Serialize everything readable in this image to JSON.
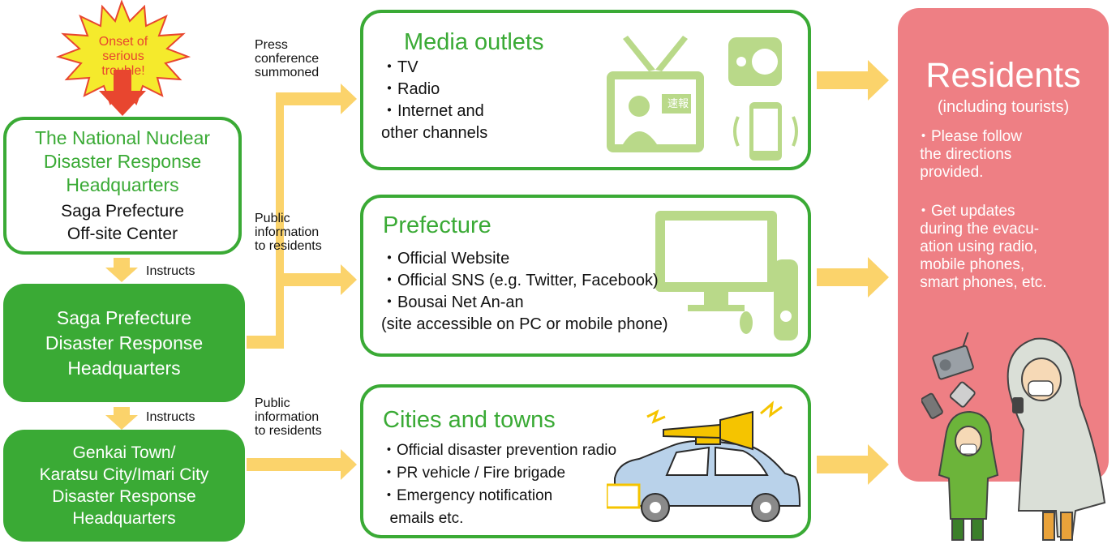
{
  "onset": {
    "lines": [
      "Onset of",
      "serious",
      "trouble!"
    ]
  },
  "hq_national": {
    "title_lines": [
      "The National Nuclear",
      "Disaster Response",
      "Headquarters"
    ],
    "sub_lines": [
      "Saga Prefecture",
      "Off-site Center"
    ]
  },
  "instructs_1": "Instructs",
  "saga_hq": {
    "lines": [
      "Saga Prefecture",
      "Disaster Response",
      "Headquarters"
    ]
  },
  "instructs_2": "Instructs",
  "town_hq": {
    "lines": [
      "Genkai Town/",
      "Karatsu City/Imari City",
      "Disaster Response",
      "Headquarters"
    ]
  },
  "labels": {
    "press": [
      "Press",
      "conference",
      "summoned"
    ],
    "public1": [
      "Public",
      "information",
      "to residents"
    ],
    "public2": [
      "Public",
      "information",
      "to residents"
    ]
  },
  "media": {
    "title": "Media outlets",
    "items": [
      "・TV",
      "・Radio",
      "・Internet and",
      "other channels"
    ],
    "badge": "速報"
  },
  "prefecture": {
    "title": "Prefecture",
    "items": [
      "・Official Website",
      "・Official SNS (e.g. Twitter, Facebook)",
      "・Bousai Net An-an",
      "(site accessible on PC or mobile phone)"
    ]
  },
  "cities": {
    "title": "Cities and towns",
    "items": [
      "・Official disaster prevention radio",
      "・PR vehicle / Fire brigade",
      "・Emergency notification",
      "  emails etc."
    ]
  },
  "residents": {
    "title": "Residents",
    "subtitle": "(including tourists)",
    "note1": [
      "・Please follow",
      " the directions",
      " provided."
    ],
    "note2": [
      "・Get updates",
      " during the evacu-",
      " ation using radio,",
      " mobile phones,",
      " smart phones, etc."
    ]
  },
  "colors": {
    "green": "#3aaa35",
    "light_green": "#b9d989",
    "orange_arrow": "#fbd36b",
    "red_arrow": "#e8462f",
    "residents": "#ee7f84",
    "burst": "#f5ea2c"
  }
}
